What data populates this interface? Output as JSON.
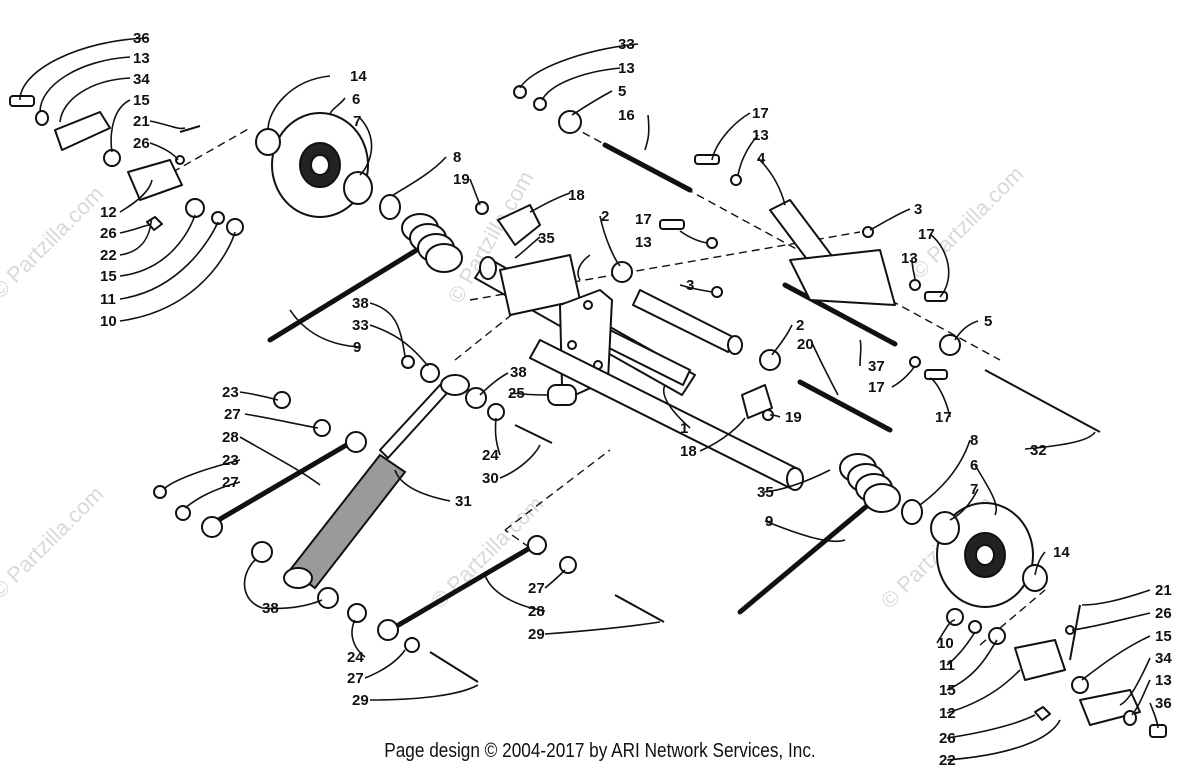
{
  "watermark": "© Partzilla.com",
  "footer": "Page design © 2004-2017 by ARI Network Services, Inc.",
  "callouts": {
    "tl36": "36",
    "tl13": "13",
    "tl34": "34",
    "tl15a": "15",
    "tl21": "21",
    "tl26a": "26",
    "tl12": "12",
    "tl26b": "26",
    "tl22": "22",
    "tl15b": "15",
    "tl11": "11",
    "tl10": "10",
    "tc14": "14",
    "tc6": "6",
    "tc7": "7",
    "tc8": "8",
    "tc19": "19",
    "tc18": "18",
    "tc35": "35",
    "tc2": "2",
    "tc38": "38",
    "tc33": "33",
    "tc9": "9",
    "tr33": "33",
    "tr13a": "13",
    "tr5a": "5",
    "tr16": "16",
    "tr17a": "17",
    "tr13b": "13",
    "tr4": "4",
    "tr17b": "17",
    "tr13c": "13",
    "tr3a": "3",
    "tr17c": "17",
    "tr3b": "3",
    "mr5": "5",
    "mr2": "2",
    "mr20": "20",
    "mr37": "37",
    "mr13": "13",
    "mr17": "17",
    "mr32": "32",
    "mc1": "1",
    "mc18": "18",
    "mc19": "19",
    "mc38": "38",
    "mc25": "25",
    "mc24": "24",
    "mc30": "30",
    "mc31": "31",
    "ml23a": "23",
    "ml27a": "27",
    "ml28": "28",
    "ml23b": "23",
    "ml27b": "27",
    "bl38": "38",
    "bl24": "24",
    "bl27": "27",
    "bl29": "29",
    "bc27": "27",
    "bc28": "28",
    "bc29": "29",
    "br35": "35",
    "br9": "9",
    "br8": "8",
    "br6": "6",
    "br7": "7",
    "br14": "14",
    "br21": "21",
    "br26a": "26",
    "br15a": "15",
    "br34": "34",
    "br13": "13",
    "br36": "36",
    "br10": "10",
    "br11": "11",
    "br15b": "15",
    "br12": "12",
    "br26b": "26",
    "br22": "22"
  }
}
